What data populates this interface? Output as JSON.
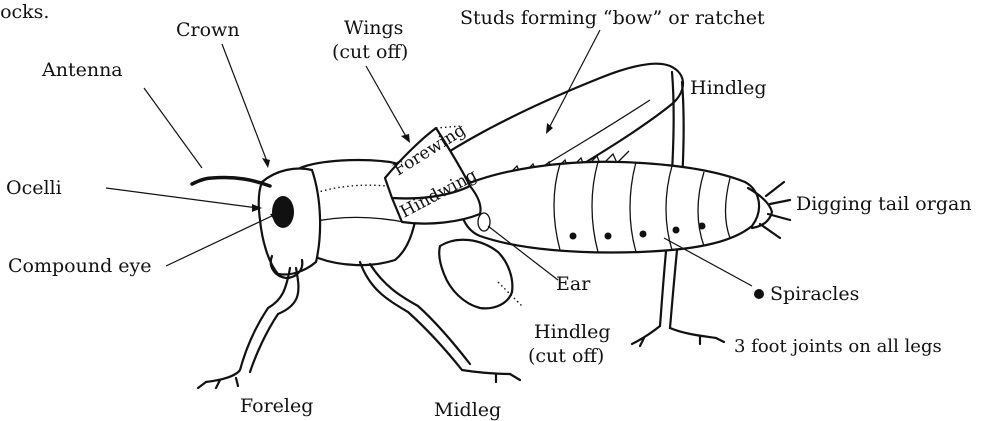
{
  "fragment_text": "locks.",
  "labels": {
    "antenna": "Antenna",
    "crown": "Crown",
    "wings": "Wings",
    "wings_sub": "(cut off)",
    "studs": "Studs forming “bow” or ratchet",
    "hindleg_top": "Hindleg",
    "ocelli": "Ocelli",
    "forewing": "Forewing",
    "hindwing": "Hindwing",
    "digging_tail": "Digging tail organ",
    "compound_eye": "Compound eye",
    "ear": "Ear",
    "spiracles": "Spiracles",
    "hindleg_cut": "Hindleg",
    "hindleg_cut_sub": "(cut off)",
    "foot_joints": "3 foot joints on all legs",
    "foreleg": "Foreleg",
    "midleg": "Midleg"
  }
}
